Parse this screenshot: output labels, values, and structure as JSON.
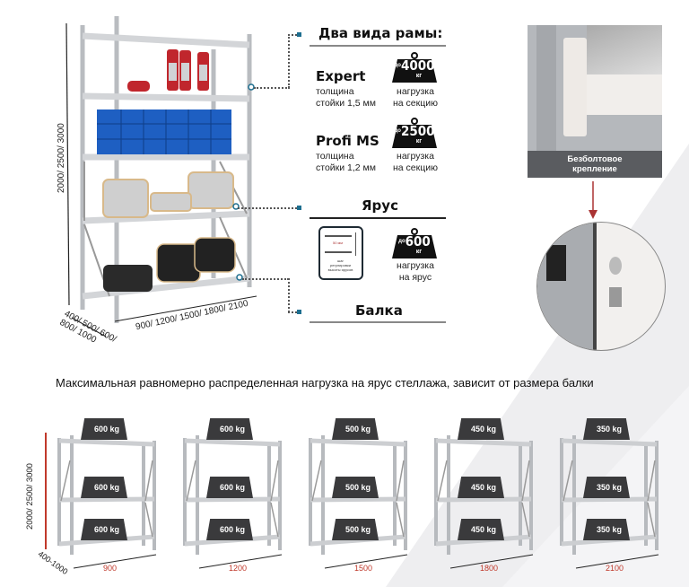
{
  "frame_section": {
    "title": "Два вида рамы:",
    "frames": [
      {
        "name": "Expert",
        "desc_line1": "толщина",
        "desc_line2": "стойки 1,5 мм",
        "load_prefix": "до",
        "load_value": "4000",
        "load_unit": "кг",
        "load_label_line1": "нагрузка",
        "load_label_line2": "на секцию"
      },
      {
        "name": "Profi MS",
        "desc_line1": "толщина",
        "desc_line2": "стойки 1,2 мм",
        "load_prefix": "до",
        "load_value": "2500",
        "load_unit": "кг",
        "load_label_line1": "нагрузка",
        "load_label_line2": "на секцию"
      }
    ]
  },
  "tier_section": {
    "title": "Ярус",
    "step_icon": {
      "step": "50 мм",
      "caption_line1": "шаг",
      "caption_line2": "регулировки",
      "caption_line3": "высоты ярусов"
    },
    "load_prefix": "до",
    "load_value": "600",
    "load_unit": "кг",
    "load_label_line1": "нагрузка",
    "load_label_line2": "на ярус"
  },
  "beam_section": {
    "title": "Балка"
  },
  "main_rack": {
    "height_dim": "2000/ 2500/ 3000",
    "width_dim": "900/ 1200/ 1500/ 1800/ 2100",
    "depth_dim_line1": "400/ 500/ 600/",
    "depth_dim_line2": "800/ 1000"
  },
  "boltless": {
    "label_line1": "Безболтовое",
    "label_line2": "крепление"
  },
  "load_heading": "Максимальная равномерно распределенная нагрузка на ярус стеллажа, зависит от размера балки",
  "mini_racks": {
    "height_dim": "2000/ 2500/ 3000",
    "depth_dim": "400-1000",
    "items": [
      {
        "width": "900",
        "load": "600 kg"
      },
      {
        "width": "1200",
        "load": "600 kg"
      },
      {
        "width": "1500",
        "load": "500 kg"
      },
      {
        "width": "1800",
        "load": "450 kg"
      },
      {
        "width": "2100",
        "load": "350 kg"
      }
    ]
  },
  "colors": {
    "accent_dot": "#1d6e8f",
    "dim_red": "#c0392b",
    "label_bar": "#5a5c60",
    "background_band": "#eeeef0"
  }
}
